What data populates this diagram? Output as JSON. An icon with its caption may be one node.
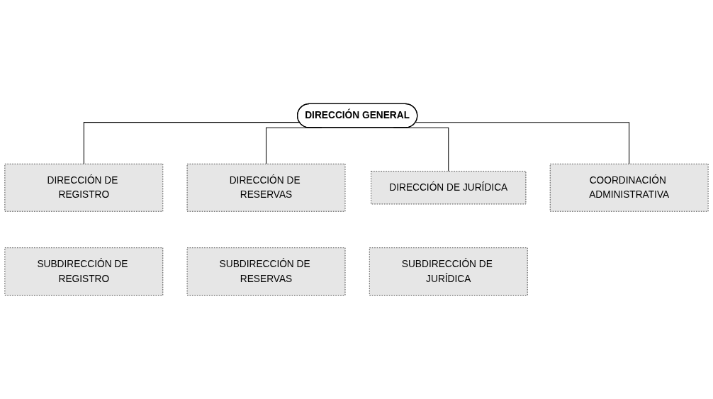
{
  "diagram": {
    "nodes": [
      {
        "text": [
          "DIRECCIÓN GENERAL"
        ]
      },
      {
        "text": [
          "DIRECCIÓN DE REGISTRO"
        ]
      },
      {
        "text": [
          "DIRECCIÓN DE RESERVAS"
        ]
      },
      {
        "text": [
          "DIRECCIÓN DE JURÍDICA"
        ]
      },
      {
        "text": [
          "SUBDIRECCIÓN DE REGISTRO"
        ]
      },
      {
        "text": [
          "SUBDIRECCIÓN DE RESERVAS"
        ]
      },
      {
        "text": [
          "SUBDIRECCIÓN DE JURÍDICA"
        ]
      },
      {
        "text": [
          "COORDINACIÓN ADMINISTRATIVA"
        ]
      }
    ],
    "edges": [
      {
        "from": 0,
        "to": 1,
        "arrow": "none"
      },
      {
        "from": 0,
        "to": 2,
        "arrow": "none"
      },
      {
        "from": 0,
        "to": 3,
        "arrow": "none"
      },
      {
        "from": 0,
        "to": 7,
        "arrow": "none"
      }
    ]
  }
}
